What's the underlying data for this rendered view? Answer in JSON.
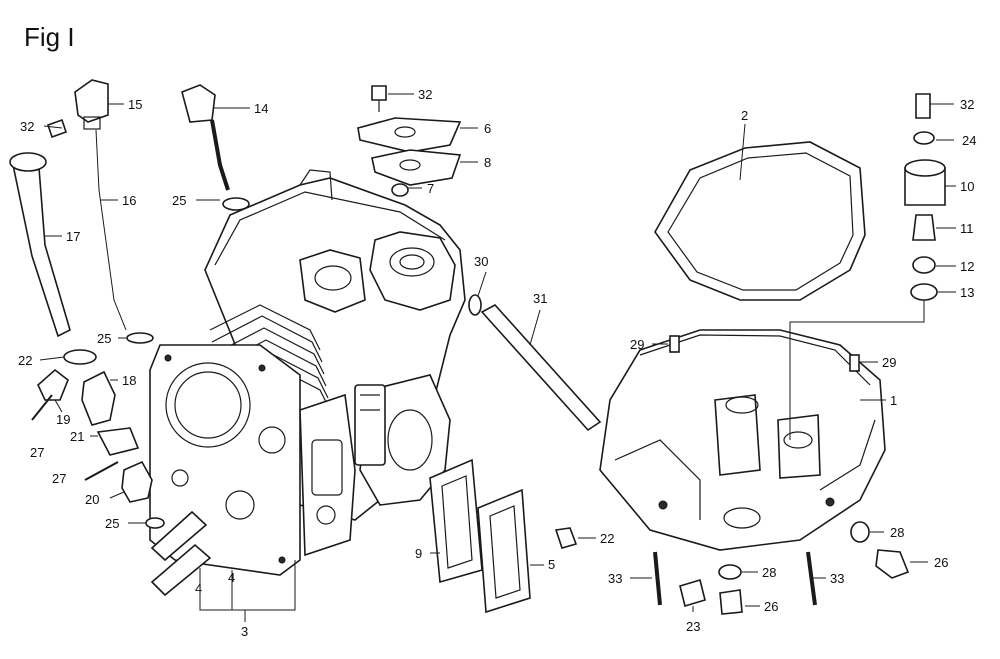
{
  "title": "Fig I",
  "labels": {
    "l1": "1",
    "l2": "2",
    "l3": "3",
    "l4a": "4",
    "l4b": "4",
    "l5": "5",
    "l6": "6",
    "l7": "7",
    "l8": "8",
    "l9": "9",
    "l10": "10",
    "l11": "11",
    "l12": "12",
    "l13": "13",
    "l14": "14",
    "l15": "15",
    "l16": "16",
    "l17": "17",
    "l18": "18",
    "l19": "19",
    "l20": "20",
    "l21": "21",
    "l22a": "22",
    "l22b": "22",
    "l23": "23",
    "l24": "24",
    "l25a": "25",
    "l25b": "25",
    "l25c": "25",
    "l26a": "26",
    "l26b": "26",
    "l27a": "27",
    "l27b": "27",
    "l28a": "28",
    "l28b": "28",
    "l29a": "29",
    "l29b": "29",
    "l30": "30",
    "l31": "31",
    "l32a": "32",
    "l32b": "32",
    "l32c": "32",
    "l33a": "33",
    "l33b": "33"
  }
}
